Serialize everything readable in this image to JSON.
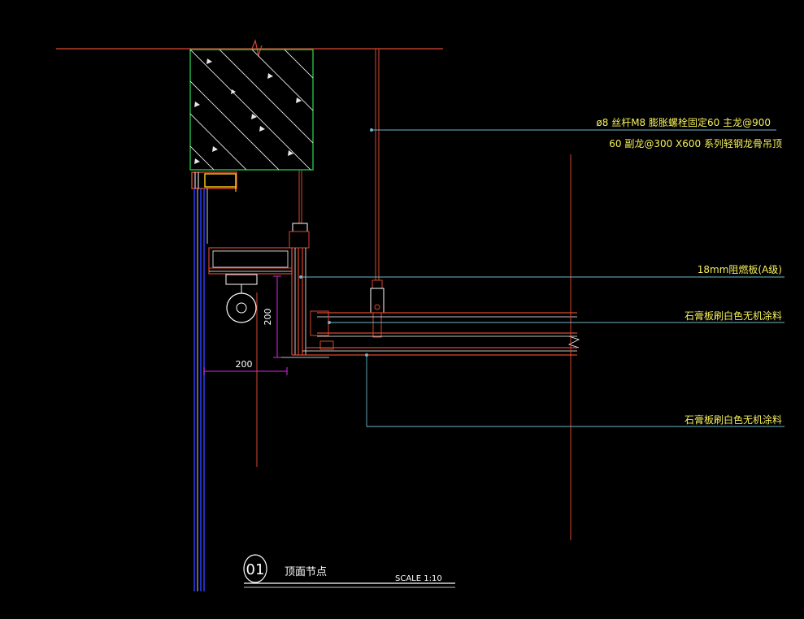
{
  "drawing": {
    "annotations": [
      {
        "id": "rod",
        "text": "ø8 丝杆M8 膨胀螺栓固定60 主龙@900"
      },
      {
        "id": "subkeel",
        "text": "60 副龙@300 X600 系列轻钢龙骨吊顶"
      },
      {
        "id": "board",
        "text": "18mm阻燃板(A级)"
      },
      {
        "id": "gypsum1",
        "text": "石膏板刷白色无机涂料"
      },
      {
        "id": "gypsum2",
        "text": "石膏板刷白色无机涂料"
      }
    ],
    "dimensions": {
      "horizontal": "200",
      "vertical": "200"
    },
    "title_block": {
      "number": "01",
      "title": "顶面节点",
      "scale": "SCALE 1:10"
    }
  },
  "colors": {
    "background": "#000000",
    "structure_red": "#d9462f",
    "concrete_green": "#22c04a",
    "hatch_white": "#e8e8e8",
    "leader_cyan": "#6fb6c9",
    "text_yellow": "#f5f05a",
    "dim_magenta": "#d22be0",
    "glass_blue": "#2d3cff",
    "frame_yellow": "#ffd21a",
    "white": "#ffffff"
  }
}
